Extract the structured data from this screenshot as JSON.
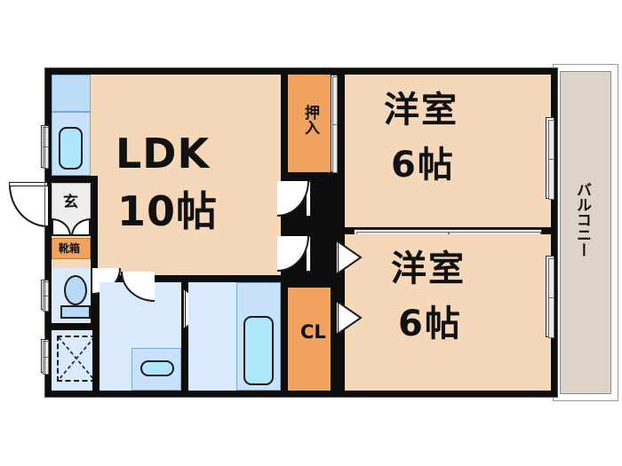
{
  "document": {
    "type": "floor-plan",
    "title": "2DK apartment floor plan",
    "background_color": "#ffffff"
  },
  "palette": {
    "room_fill": "#f5d7ba",
    "closet_fill": "#f0a35e",
    "water_fill": "#daeafd",
    "water_fill_alt": "#c9e2fb",
    "kitchen_fill": "#bcdcf8",
    "balcony_fill": "#ded3c9",
    "wall": "#0d0d0d",
    "fixture_outline": "#1a1a1a",
    "tub_fill": "#aee6fb"
  },
  "rooms": {
    "ldk": {
      "name": "LDK",
      "size": "10帖",
      "label_line1": "LDK",
      "label_line2": "10帖"
    },
    "bedroom_top": {
      "name": "洋室",
      "size": "6帖",
      "label_line1": "洋室",
      "label_line2": "6帖"
    },
    "bedroom_bottom": {
      "name": "洋室",
      "size": "6帖",
      "label_line1": "洋室",
      "label_line2": "6帖"
    },
    "balcony": {
      "label": "バルコニー"
    }
  },
  "storage": {
    "oshiire": {
      "label": "押入"
    },
    "closet_cl": {
      "label": "CL"
    },
    "shoe_box": {
      "label": "靴箱"
    }
  },
  "entrance": {
    "label": "玄"
  },
  "fixtures": [
    {
      "name": "kitchen-counter",
      "label": ""
    },
    {
      "name": "kitchen-sink",
      "label": ""
    },
    {
      "name": "toilet",
      "label": ""
    },
    {
      "name": "washbasin",
      "label": ""
    },
    {
      "name": "bathtub",
      "label": ""
    },
    {
      "name": "washing-machine-space",
      "label": ""
    }
  ]
}
